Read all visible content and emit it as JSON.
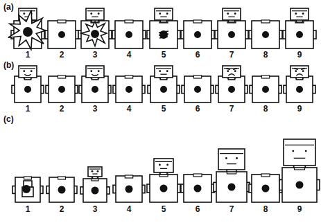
{
  "diagram": {
    "labels": [
      "(a)",
      "1",
      "2",
      "3",
      "4",
      "5",
      "6",
      "7",
      "8",
      "9",
      "(b)",
      "1",
      "2",
      "3",
      "4",
      "5",
      "6",
      "7",
      "8",
      "9",
      "(c)",
      "1",
      "2",
      "3",
      "4",
      "5",
      "6",
      "7",
      "8",
      "9"
    ]
  }
}
